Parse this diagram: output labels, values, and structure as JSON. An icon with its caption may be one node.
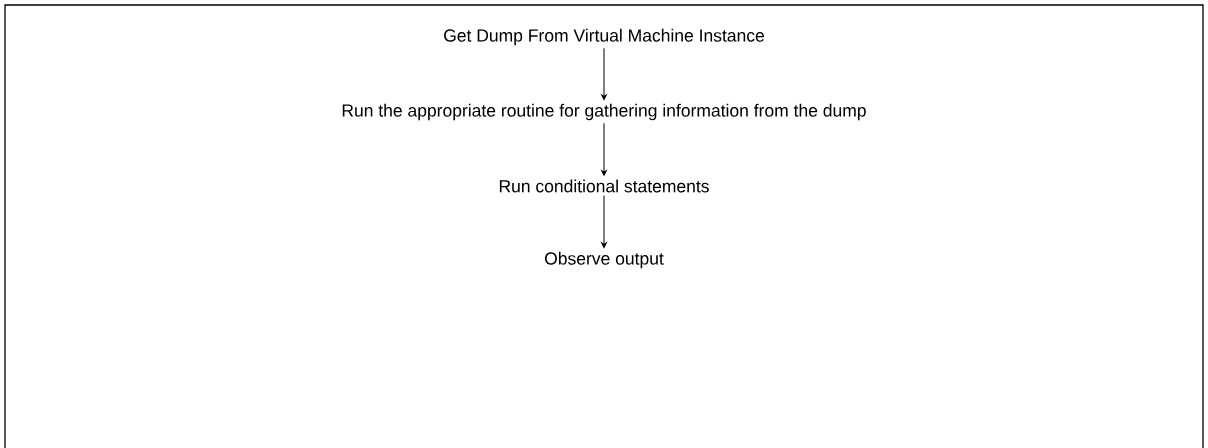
{
  "diagram": {
    "nodes": [
      {
        "text": [
          "Get Dump From Virtual Machine Instance"
        ]
      },
      {
        "text": [
          "Run the appropriate routine for gathering information from the dump"
        ]
      },
      {
        "text": [
          "Run conditional statements"
        ]
      },
      {
        "text": [
          "Observe output"
        ]
      }
    ],
    "edges": [
      {
        "from": 0,
        "to": 1,
        "arrow": "to"
      },
      {
        "from": 1,
        "to": 2,
        "arrow": "to"
      },
      {
        "from": 2,
        "to": 3,
        "arrow": "to"
      }
    ]
  }
}
